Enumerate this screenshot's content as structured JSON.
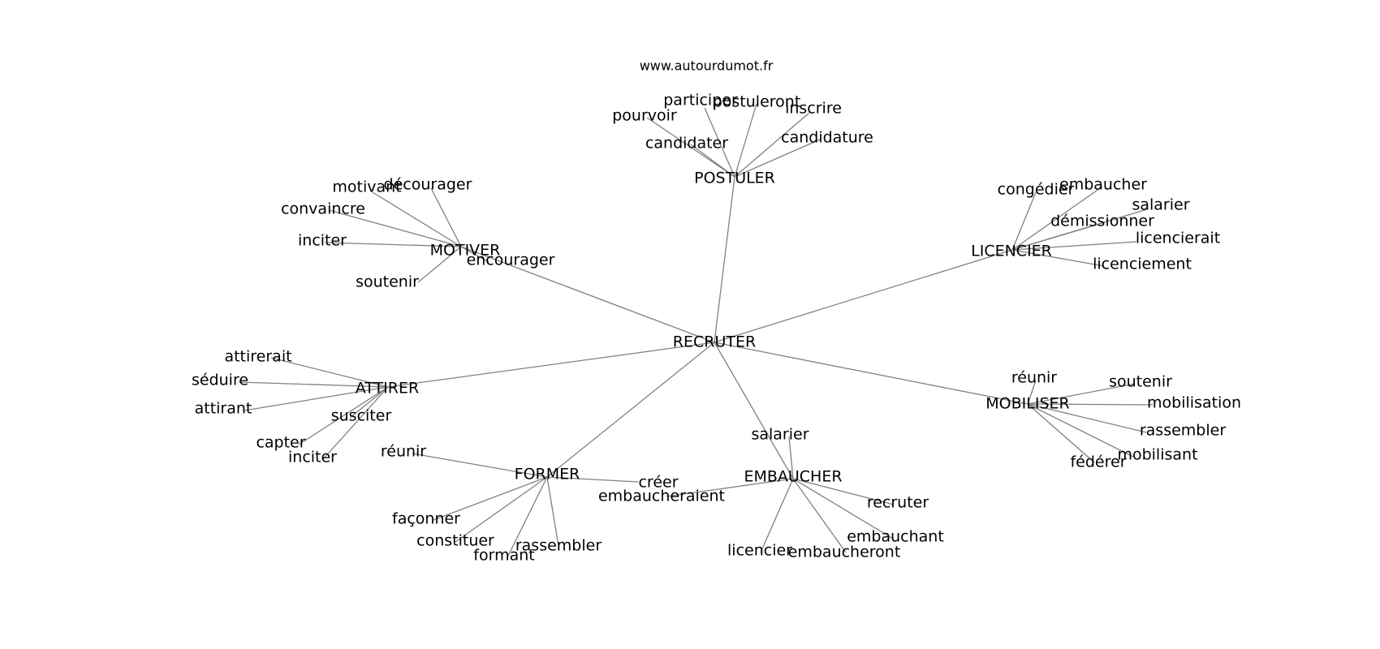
{
  "source": "www.autourdumot.fr",
  "center": "RECRUTER",
  "clusters": [
    {
      "key": "postuler",
      "label": "POSTULER",
      "words": [
        "participer",
        "postuleront",
        "inscrire",
        "pourvoir",
        "candidater",
        "candidature"
      ]
    },
    {
      "key": "motiver",
      "label": "MOTIVER",
      "words": [
        "motivant",
        "décourager",
        "convaincre",
        "inciter",
        "encourager",
        "soutenir"
      ]
    },
    {
      "key": "licencier",
      "label": "LICENCIER",
      "words": [
        "congédier",
        "embaucher",
        "salarier",
        "démissionner",
        "licencierait",
        "licenciement"
      ]
    },
    {
      "key": "attirer",
      "label": "ATTIRER",
      "words": [
        "attirerait",
        "séduire",
        "attirant",
        "susciter",
        "capter",
        "inciter"
      ]
    },
    {
      "key": "mobiliser",
      "label": "MOBILISER",
      "words": [
        "réunir",
        "soutenir",
        "mobilisation",
        "rassembler",
        "fédérer",
        "mobilisant"
      ]
    },
    {
      "key": "former",
      "label": "FORMER",
      "words": [
        "réunir",
        "créer",
        "façonner",
        "constituer",
        "formant",
        "rassembler"
      ]
    },
    {
      "key": "embaucher",
      "label": "EMBAUCHER",
      "words": [
        "salarier",
        "embaucheraient",
        "recruter",
        "embauchant",
        "licencier",
        "embaucheront"
      ]
    }
  ]
}
